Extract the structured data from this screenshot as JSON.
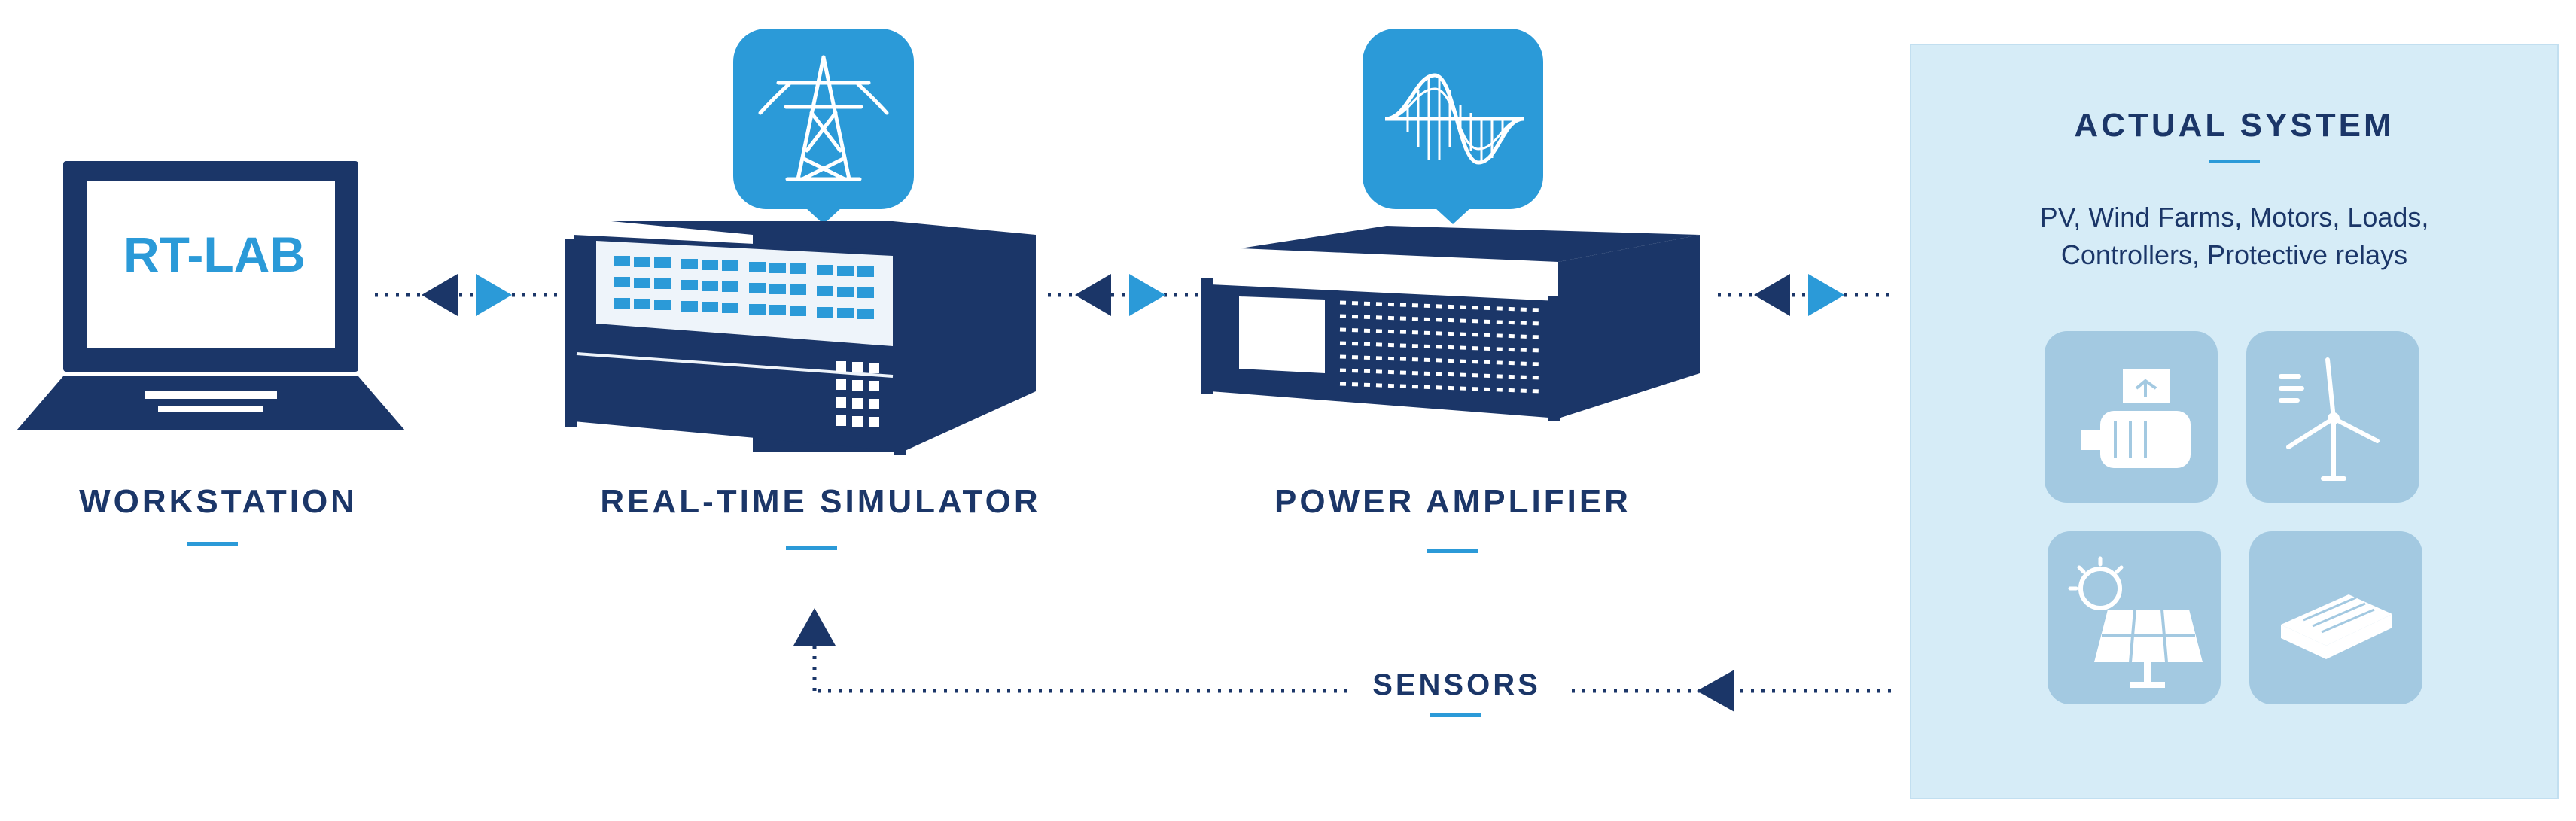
{
  "workstation": {
    "screen_text": "RT-LAB",
    "label": "WORKSTATION"
  },
  "simulator": {
    "label": "REAL-TIME SIMULATOR",
    "badge_icon": "transmission-tower-icon"
  },
  "amplifier": {
    "label": "POWER AMPLIFIER",
    "badge_icon": "sine-wave-icon"
  },
  "actual_system": {
    "title": "ACTUAL SYSTEM",
    "description_line1": "PV, Wind Farms, Motors, Loads,",
    "description_line2": "Controllers, Protective relays",
    "tiles": [
      "motor-icon",
      "wind-turbine-icon",
      "solar-panel-icon",
      "controller-box-icon"
    ]
  },
  "sensors": {
    "label": "SENSORS"
  },
  "colors": {
    "navy": "#1b3668",
    "blue": "#2b9ad8",
    "panel": "#d6ecf7",
    "tile": "#a3c9e1"
  }
}
